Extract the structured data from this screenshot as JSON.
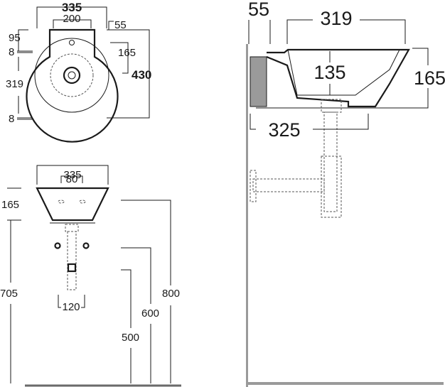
{
  "top_view": {
    "width_overall": "335",
    "width_inner": "200",
    "offset_top": "55",
    "depth_front": "95",
    "gap_a": "8",
    "bowl_diameter": "319",
    "gap_b": "8",
    "tap_to_center": "165",
    "depth_overall": "430"
  },
  "front_view": {
    "width": "335",
    "waste_spacing": "80",
    "height": "165",
    "trap_width": "120",
    "floor_to_rim": "800",
    "floor_to_top": "705",
    "floor_to_trap": "600",
    "floor_to_fixing": "500"
  },
  "side_view": {
    "wall_offset": "55",
    "bowl_width": "319",
    "bowl_depth": "135",
    "height": "165",
    "projection": "325"
  }
}
